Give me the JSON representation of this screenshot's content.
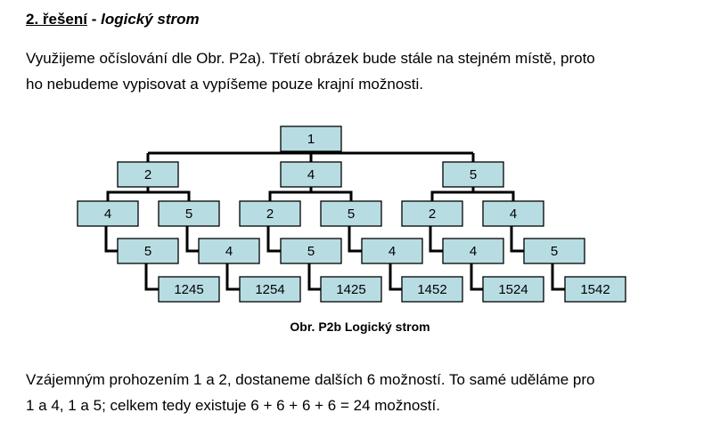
{
  "heading": {
    "number": "2. řešení",
    "separator": " - ",
    "title": "logický strom"
  },
  "intro": {
    "line1": "Využijeme očíslování dle Obr. P2a). Třetí obrázek bude stále na stejném místě, proto",
    "line2": "ho nebudeme vypisovat a vypíšeme pouze krajní možnosti."
  },
  "tree": {
    "root": "1",
    "level1": [
      "2",
      "4",
      "5"
    ],
    "level2": [
      "4",
      "5",
      "2",
      "5",
      "2",
      "4"
    ],
    "level3": [
      "5",
      "4",
      "5",
      "4",
      "4",
      "5"
    ],
    "leaves": [
      "1245",
      "1254",
      "1425",
      "1452",
      "1524",
      "1542"
    ]
  },
  "caption": "Obr. P2b Logický strom",
  "conclusion": {
    "line1": "Vzájemným prohozením 1 a 2, dostaneme dalších 6 možností. To samé uděláme pro",
    "line2": "1 a 4, 1 a 5;   celkem tedy existuje 6 + 6 + 6 + 6 = 24 možností."
  }
}
